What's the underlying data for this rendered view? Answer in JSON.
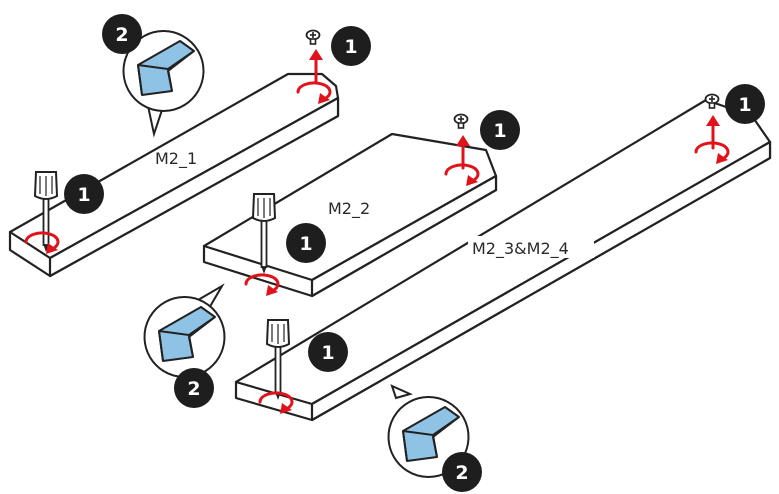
{
  "labels": {
    "slot1": "M2_1",
    "slot2": "M2_2",
    "slot3": "M2_3&M2_4"
  },
  "steps": {
    "one": "1",
    "two": "2"
  },
  "colors": {
    "arrow": "#e0131b",
    "badge": "#1e1e1e",
    "pad": "#8fc3e6",
    "outline": "#222222"
  }
}
